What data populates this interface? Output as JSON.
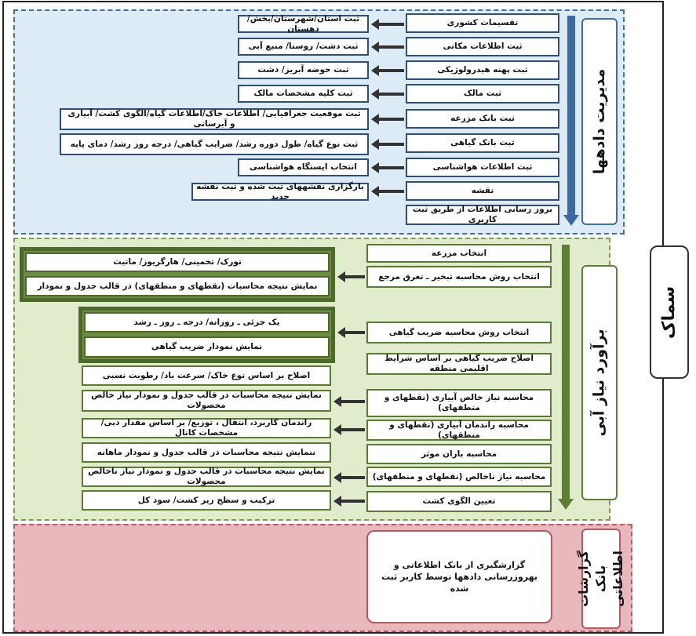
{
  "samak": "سماک",
  "data_management": {
    "title": "مدیریت دادهها",
    "items": [
      {
        "label": "تقسیمات کشوری",
        "detail": "ثبت استان/شهرستان/بخش/دهستان"
      },
      {
        "label": "ثبت اطلاعات مکانی",
        "detail": "ثبت دشت/ روستا/ منبع آبی"
      },
      {
        "label": "ثبت پهنه هیدرولوژیکی",
        "detail": "ثبت حوضه آبریز/ دشت"
      },
      {
        "label": "ثبت مالک",
        "detail": "ثبت کلیه مشخصات مالک"
      },
      {
        "label": "ثبت بانک مزرعه",
        "detail": "ثبت موقعیت جغرافیایی/ اطلاعات خاک/اطلاعات گیاه/الگوی کشت/ آبیاری و آبرسانی"
      },
      {
        "label": "ثبت بانک گیاهی",
        "detail": "ثبت نوع گیاه/ طول دوره رشد/ ضرایب گیاهی/ درجه روز رشد/ دمای پایه"
      },
      {
        "label": "ثبت اطلاعات هواشناسی",
        "detail": "انتخاب ایستگاه هواشناسی"
      },
      {
        "label": "نقشه",
        "detail": "بارگزاری نقشههای ثبت شده و ثبت نقشه جدید"
      }
    ],
    "last": "بروز رسانی اطلاعات از طریق ثبت کاربری"
  },
  "water_demand": {
    "title": "برآورد نیاز آبی",
    "left_items": [
      "انتخاب مزرعه",
      "انتخاب روش محاسبه تبخیر ـ تعرق مرجع",
      "انتخاب روش محاسبه ضریب گیاهی",
      "اصلاح ضریب گیاهی بر اساس شرایط اقلیمی منطقه",
      "محاسبه نیاز خالص آبیاری (نقطهای و منطقهای)",
      "محاسبه راندمان آبیاری (نقطهای و منطقهای)",
      "محاسبه باران موثر",
      "محاسبه نیاز ناخالص (نقطهای و منطقهای)",
      "تعیین الگوی کشت"
    ],
    "group1": [
      "تورک/ تخمینی/ هارگریوز/ ماتیث",
      "نمایش نتیجه محاسبات (نقطهای و منطقهای) در قالب جدول و نمودار"
    ],
    "group2": [
      "یک جزئی ـ روزانه/ درجه ـ روز ـ رشد",
      "نمایش نمودار ضریب گیاهی"
    ],
    "details": [
      "اصلاح بر اساس نوع خاک/ سرعت باد/ رطوبت نسبی",
      "نمایش نتیجه محاسبات در قالب جدول و نمودار نیاز خالص محصولات",
      "راندمان کاربرد، انتقال ، توزیع/ بر اساس مقدار دبی/ مشخصات کانال",
      "ننمایش نتیجه محاسبات در قالب جدول و نمودار ماهانه",
      "نمایش نتیجه محاسبات در قالب جدول و نمودار نیاز ناخالص محصولات",
      "ترکیب و سطح زیر کشت/ سود کل"
    ]
  },
  "reports": {
    "title": "گزارشات بانک اطلاعاتی",
    "box": "گزارشگیری از بانک اطلاعاتی و بهروزرسانی دادهها توسط کاربر ثبت شده"
  }
}
